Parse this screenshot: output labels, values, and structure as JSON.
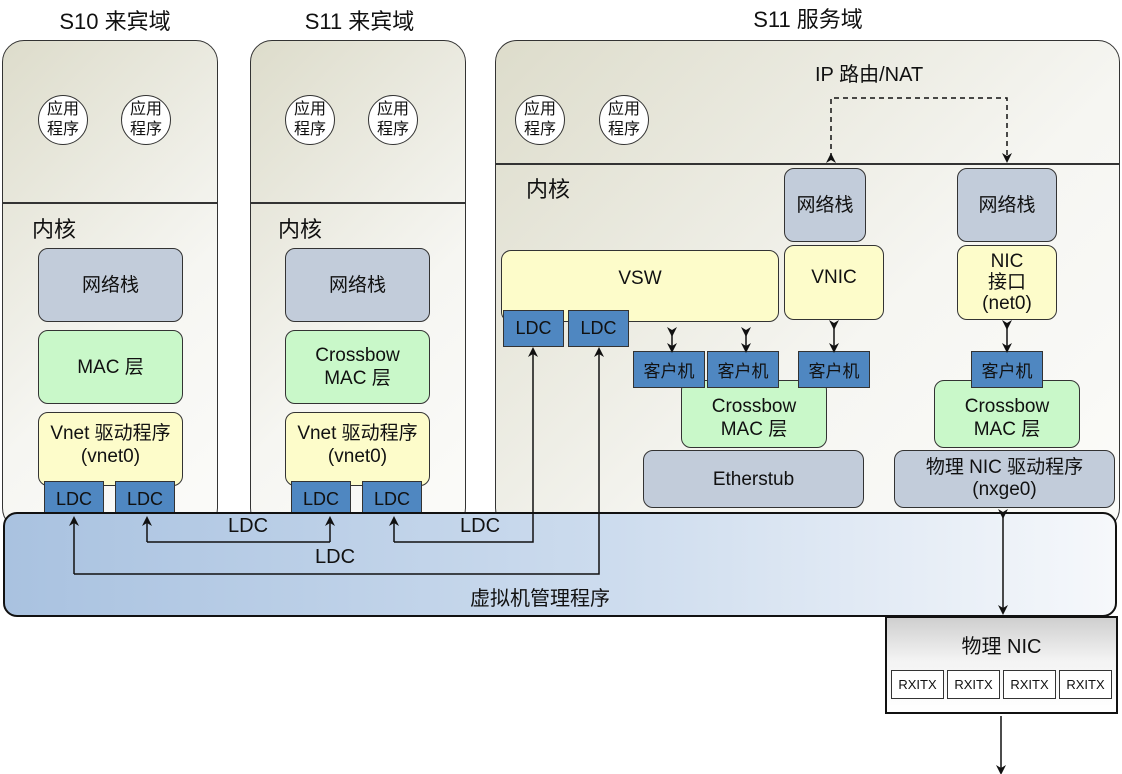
{
  "domains": {
    "s10_guest": {
      "title": "S10 来宾域",
      "kernel": "内核",
      "apps": [
        "应用\n程序",
        "应用\n程序"
      ],
      "netstack": "网络栈",
      "mac": "MAC 层",
      "vnet": "Vnet 驱动程序\n(vnet0)",
      "ldcs": [
        "LDC",
        "LDC"
      ]
    },
    "s11_guest": {
      "title": "S11 来宾域",
      "kernel": "内核",
      "apps": [
        "应用\n程序",
        "应用\n程序"
      ],
      "netstack": "网络栈",
      "mac": "Crossbow\nMAC 层",
      "vnet": "Vnet 驱动程序\n(vnet0)",
      "ldcs": [
        "LDC",
        "LDC"
      ]
    },
    "s11_service": {
      "title": "S11 服务域",
      "kernel": "内核",
      "apps": [
        "应用\n程序",
        "应用\n程序"
      ],
      "ip_routing": "IP 路由/NAT",
      "netstack_1": "网络栈",
      "netstack_2": "网络栈",
      "vsw": "VSW",
      "vnic": "VNIC",
      "nic_iface": "NIC\n接口\n(net0)",
      "vsw_ldcs": [
        "LDC",
        "LDC"
      ],
      "clients": [
        "客户机",
        "客户机",
        "客户机",
        "客户机"
      ],
      "crossbow_1": "Crossbow\nMAC 层",
      "crossbow_2": "Crossbow\nMAC 层",
      "etherstub": "Etherstub",
      "phys_driver": "物理 NIC 驱动程序\n(nxge0)"
    }
  },
  "hypervisor": {
    "label": "虚拟机管理程序",
    "ldc_links": [
      "LDC",
      "LDC",
      "LDC"
    ]
  },
  "physical_nic": {
    "label": "物理 NIC",
    "rings": [
      "RXITX",
      "RXITX",
      "RXITX",
      "RXITX"
    ]
  }
}
